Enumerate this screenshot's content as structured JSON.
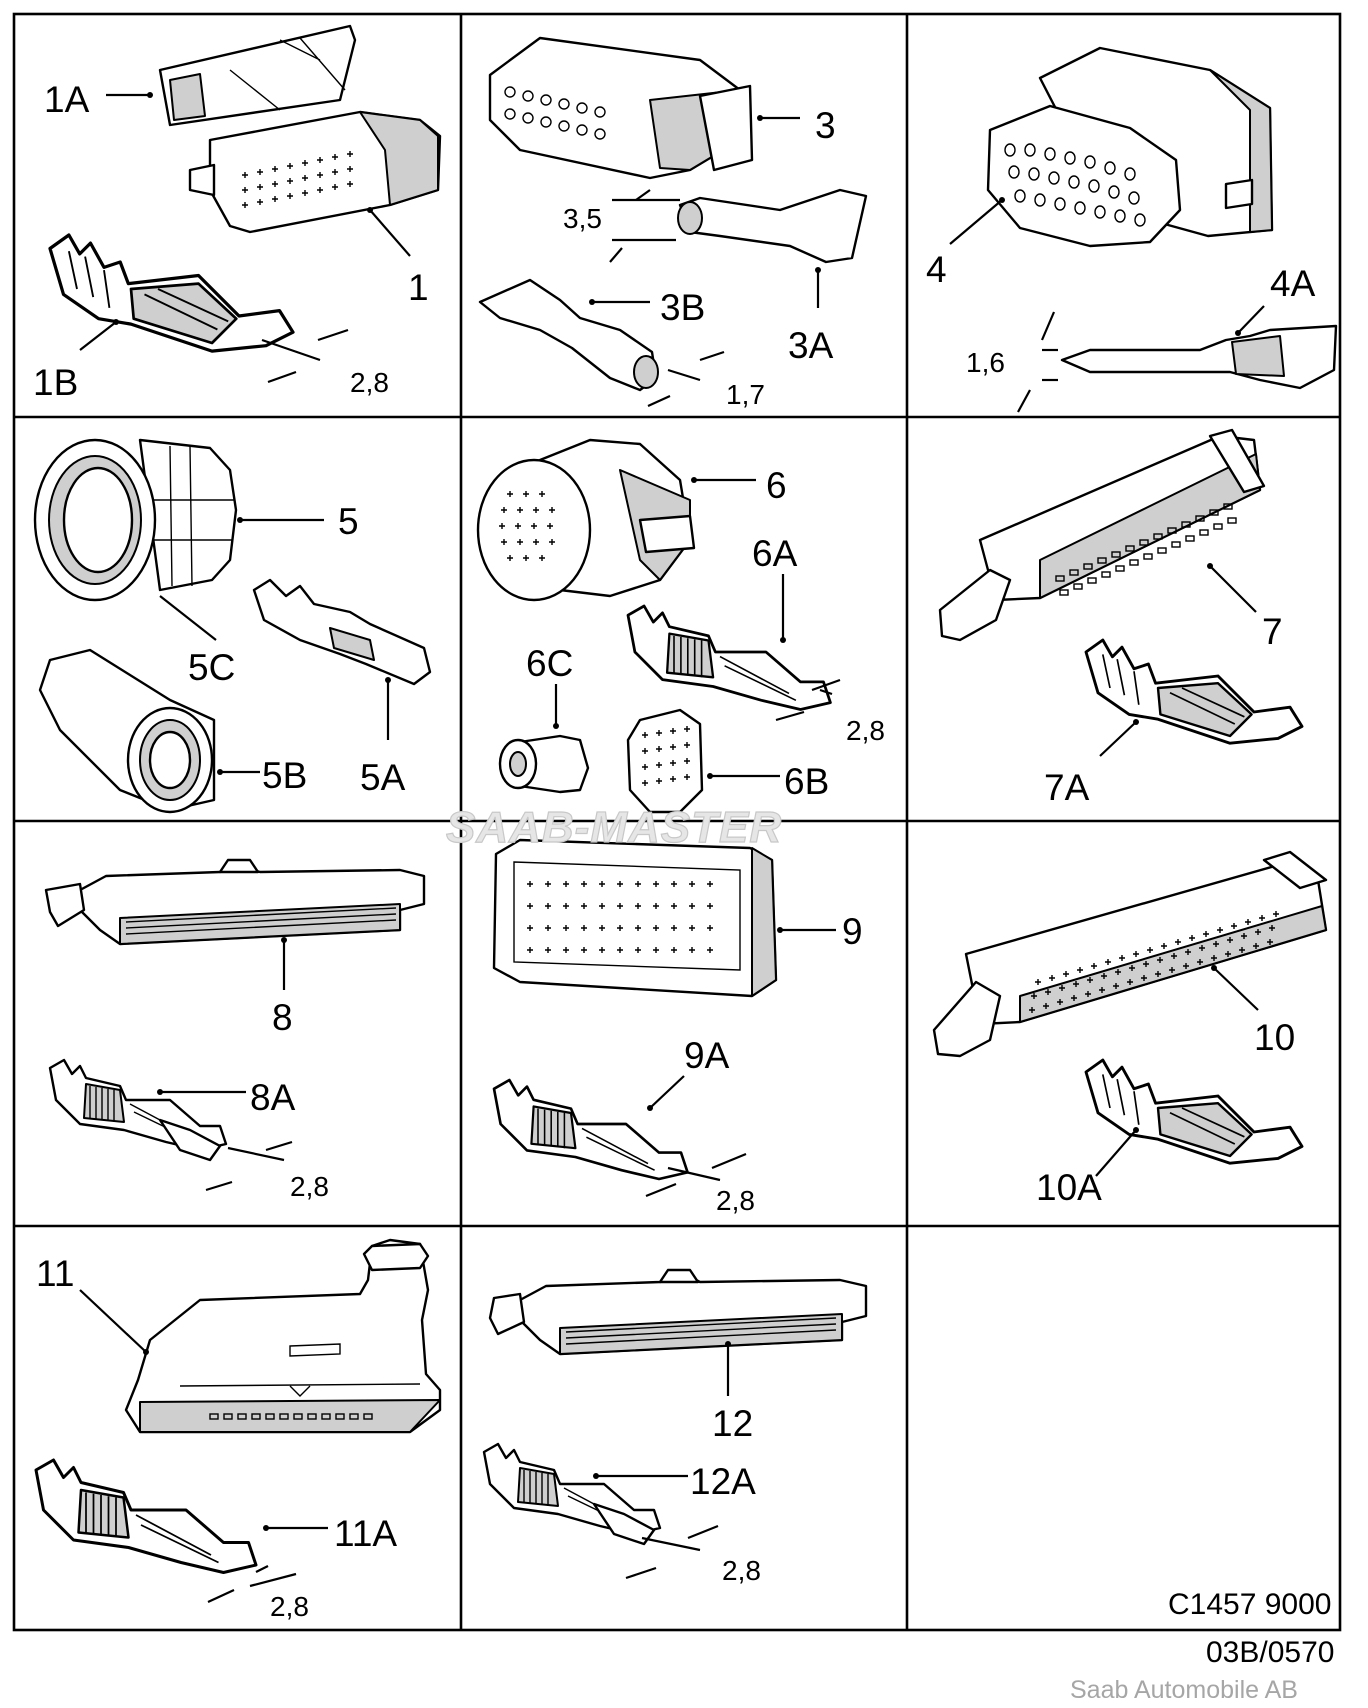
{
  "watermark": "SAAB-MASTER",
  "figure_number": "C1457 9000",
  "doc_ref": "03B/0570",
  "copyright": "Saab Automobile AB",
  "panels": [
    {
      "id": "p1",
      "labels": [
        "1A",
        "1",
        "1B"
      ],
      "dims": [
        "2,8"
      ]
    },
    {
      "id": "p2",
      "labels": [
        "3",
        "3B",
        "3A"
      ],
      "dims": [
        "3,5",
        "1,7"
      ]
    },
    {
      "id": "p3",
      "labels": [
        "4",
        "4A"
      ],
      "dims": [
        "1,6"
      ]
    },
    {
      "id": "p4",
      "labels": [
        "5",
        "5C",
        "5B",
        "5A"
      ],
      "dims": []
    },
    {
      "id": "p5",
      "labels": [
        "6",
        "6A",
        "6C",
        "6B"
      ],
      "dims": [
        "2,8"
      ]
    },
    {
      "id": "p6",
      "labels": [
        "7",
        "7A"
      ],
      "dims": []
    },
    {
      "id": "p7",
      "labels": [
        "8",
        "8A"
      ],
      "dims": [
        "2,8"
      ]
    },
    {
      "id": "p8",
      "labels": [
        "9",
        "9A"
      ],
      "dims": [
        "2,8"
      ]
    },
    {
      "id": "p9",
      "labels": [
        "10",
        "10A"
      ],
      "dims": []
    },
    {
      "id": "p10",
      "labels": [
        "11",
        "11A"
      ],
      "dims": [
        "2,8"
      ]
    },
    {
      "id": "p11",
      "labels": [
        "12",
        "12A"
      ],
      "dims": [
        "2,8"
      ]
    },
    {
      "id": "p12",
      "labels": [],
      "dims": []
    }
  ]
}
